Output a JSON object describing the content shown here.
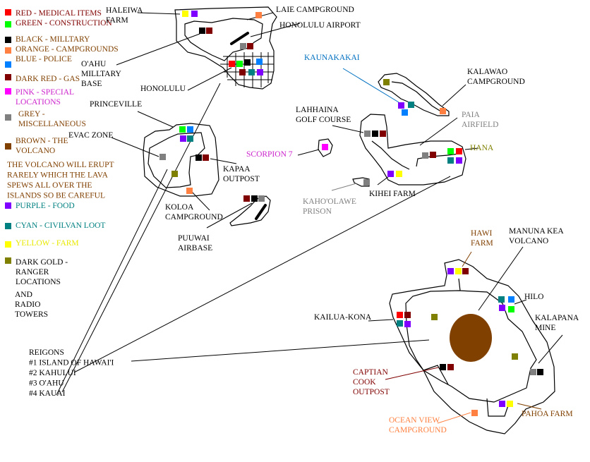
{
  "colors": {
    "red": "#ff0000",
    "green": "#00ff00",
    "black": "#000000",
    "orange": "#ff8040",
    "blue": "#0080ff",
    "darkred": "#800000",
    "pink": "#ff00ff",
    "grey": "#808080",
    "brown": "#804000",
    "purple": "#8000ff",
    "cyan": "#008080",
    "yellow": "#ffff00",
    "darkgold": "#808000"
  },
  "legend": {
    "red": [
      "RED - MEDICAL ITEMS"
    ],
    "green": [
      "GREEN - CONSTRUCTION"
    ],
    "black": [
      "BLACK - MILLTARY"
    ],
    "orange": [
      "ORANGE - CAMPGROUNDS"
    ],
    "blue": [
      "BLUE - POLICE"
    ],
    "darkred": [
      "DARK RED - GAS"
    ],
    "pink": [
      "PINK - SPECIAL",
      "LOCATIONS"
    ],
    "grey": [
      "GREY -",
      "MISCELLANEOUS"
    ],
    "brown": [
      "BROWN - THE",
      "VOLCANO"
    ],
    "volcano_note": [
      "THE VOLCANO WILL ERUPT",
      "RARELY WHICH THE LAVA",
      "SPEWS ALL OVER THE",
      "ISLANDS SO BE CAREFUL"
    ],
    "purple": [
      "PURPLE - FOOD"
    ],
    "cyan": [
      "CYAN - CIVILVAN LOOT"
    ],
    "yellow": [
      "YELLOW - FARM"
    ],
    "darkgold": [
      "DARK GOLD -",
      "RANGER",
      "LOCATIONS"
    ],
    "darkgold_extra": [
      "AND",
      "RADIO",
      "TOWERS"
    ]
  },
  "regions": {
    "title": "REIGONS",
    "items": [
      "#1 ISLAND OF HAWAI'I",
      "#2 KAHULUI",
      "#3 O'AHU",
      "#4 KAUAI"
    ]
  },
  "labels": {
    "haleiwa": [
      "HALEIWA",
      "FARM"
    ],
    "laie": [
      "LAIE CAMPGROUND"
    ],
    "honolulu_airport": [
      "HONOLULU AIRPORT"
    ],
    "oahu_base": [
      "O'AHU",
      "MILLTARY",
      "BASE"
    ],
    "honolulu": [
      "HONOLULU"
    ],
    "kaunakakai": [
      "KAUNAKAKAI"
    ],
    "kalawao": [
      "KALAWAO",
      "CAMPGROUND"
    ],
    "lahhaina": [
      "LAHHAINA",
      "GOLF COURSE"
    ],
    "paia": [
      "PAIA",
      "AIRFIELD"
    ],
    "hana": [
      "HANA"
    ],
    "scorpion": [
      "SCORPION 7"
    ],
    "kahoolawe": [
      "KAHO'OLAWE",
      "PRISON"
    ],
    "kihei": [
      "KIHEI FARM"
    ],
    "princeville": [
      "PRINCEVILLE"
    ],
    "evac": [
      "EVAC ZONE"
    ],
    "kapaa": [
      "KAPAA",
      "OUTPOST"
    ],
    "koloa": [
      "KOLOA",
      "CAMPGROUND"
    ],
    "puuwai": [
      "PUUWAI",
      "AIRBASE"
    ],
    "hawi": [
      "HAWI",
      "FARM"
    ],
    "manuna": [
      "MANUNA KEA",
      "VOLCANO"
    ],
    "hilo": [
      "HILO"
    ],
    "kailua": [
      "KAILUA-KONA"
    ],
    "kalapana": [
      "KALAPANA",
      "MINE"
    ],
    "captian": [
      "CAPTIAN",
      "COOK",
      "OUTPOST"
    ],
    "pahoa": [
      "PAHOA FARM"
    ],
    "ocean": [
      "OCEAN VIEW",
      "CAMPGROUND"
    ]
  }
}
